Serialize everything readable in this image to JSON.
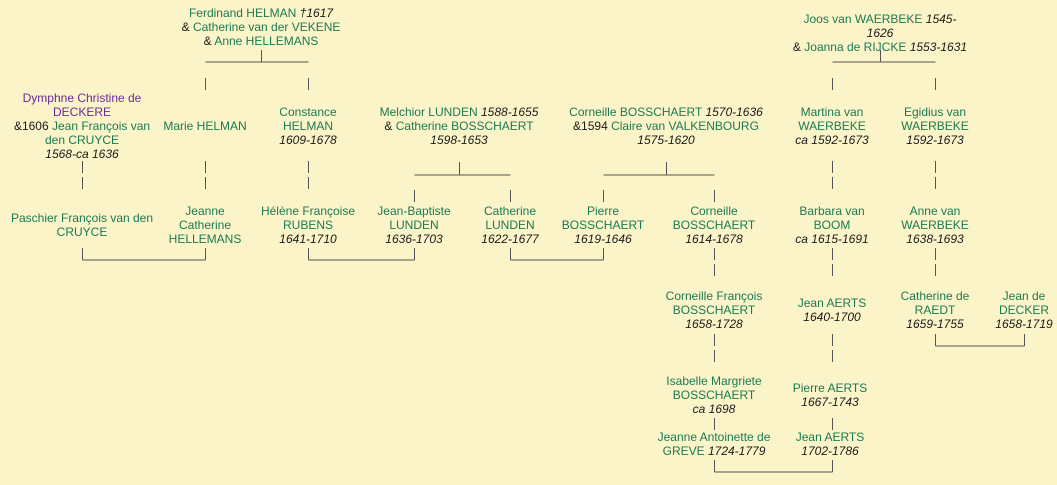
{
  "people": {
    "ferdinand_helman": {
      "name": "Ferdinand HELMAN",
      "dates": "†1617"
    },
    "catherine_vekene": {
      "prefix": "&",
      "name": "Catherine van der VEKENE"
    },
    "anne_hellemans": {
      "prefix": "&",
      "name": "Anne HELLEMANS"
    },
    "joos_waerbeke": {
      "name": "Joos van WAERBEKE",
      "dates": "1545-1626"
    },
    "joanna_rijcke": {
      "prefix": "&",
      "name": "Joanna de RIJCKE",
      "dates": "1553-1631"
    },
    "dymphne_deckere": {
      "name_l1": "Dymphne Christine de",
      "name_l2": "DECKERE"
    },
    "jean_francois_cruyce": {
      "prefix": "&1606",
      "name_l1": "Jean François van",
      "name_l2": "den CRUYCE",
      "dates": "1568-ca 1636"
    },
    "marie_helman": {
      "name": "Marie HELMAN"
    },
    "constance_helman": {
      "name_l1": "Constance",
      "name_l2": "HELMAN",
      "dates": "1609-1678"
    },
    "melchior_lunden": {
      "name": "Melchior LUNDEN",
      "dates": "1588-1655"
    },
    "catherine_bosschaert_sr": {
      "prefix": "&",
      "name": "Catherine BOSSCHAERT",
      "dates": "1598-1653"
    },
    "corneille_bosschaert_sr": {
      "name": "Corneille BOSSCHAERT",
      "dates": "1570-1636"
    },
    "claire_valkenbourg": {
      "prefix": "&1594",
      "name": "Claire van VALKENBOURG",
      "dates": "1575-1620"
    },
    "martina_waerbeke": {
      "name_l1": "Martina van",
      "name_l2": "WAERBEKE",
      "dates": "ca 1592-1673"
    },
    "egidius_waerbeke": {
      "name_l1": "Egidius van",
      "name_l2": "WAERBEKE",
      "dates": "1592-1673"
    },
    "paschier_cruyce": {
      "name_l1": "Paschier François van den",
      "name_l2": "CRUYCE"
    },
    "jeanne_hellemans": {
      "name_l1": "Jeanne",
      "name_l2": "Catherine",
      "name_l3": "HELLEMANS"
    },
    "helene_rubens": {
      "name_l1": "Hélène Françoise",
      "name_l2": "RUBENS",
      "dates": "1641-1710"
    },
    "jean_baptiste_lunden": {
      "name_l1": "Jean-Baptiste",
      "name_l2": "LUNDEN",
      "dates": "1636-1703"
    },
    "catherine_lunden": {
      "name_l1": "Catherine",
      "name_l2": "LUNDEN",
      "dates": "1622-1677"
    },
    "pierre_bosschaert": {
      "name_l1": "Pierre",
      "name_l2": "BOSSCHAERT",
      "dates": "1619-1646"
    },
    "corneille_bosschaert_jr": {
      "name_l1": "Corneille",
      "name_l2": "BOSSCHAERT",
      "dates": "1614-1678"
    },
    "barbara_boom": {
      "name_l1": "Barbara van",
      "name_l2": "BOOM",
      "dates": "ca 1615-1691"
    },
    "anne_waerbeke": {
      "name_l1": "Anne van",
      "name_l2": "WAERBEKE",
      "dates": "1638-1693"
    },
    "corneille_francois_bosschaert": {
      "name_l1": "Corneille François",
      "name_l2": "BOSSCHAERT",
      "dates": "1658-1728"
    },
    "jean_aerts_1640": {
      "name": "Jean AERTS",
      "dates": "1640-1700"
    },
    "catherine_raedt": {
      "name_l1": "Catherine de",
      "name_l2": "RAEDT",
      "dates": "1659-1755"
    },
    "jean_decker": {
      "name_l1": "Jean de",
      "name_l2": "DECKER",
      "dates": "1658-1719"
    },
    "isabelle_bosschaert": {
      "name_l1": "Isabelle Margriete",
      "name_l2": "BOSSCHAERT",
      "dates": "ca 1698"
    },
    "pierre_aerts": {
      "name": "Pierre AERTS",
      "dates": "1667-1743"
    },
    "jeanne_greve": {
      "name_l1": "Jeanne Antoinette de",
      "name_l2": "GREVE",
      "dates": "1724-1779"
    },
    "jean_aerts_1702": {
      "name": "Jean AERTS",
      "dates": "1702-1786"
    }
  },
  "colors": {
    "background": "#fbf4c8",
    "name": "#1a7a52",
    "proband": "#6b2a99",
    "line": "#555555"
  }
}
